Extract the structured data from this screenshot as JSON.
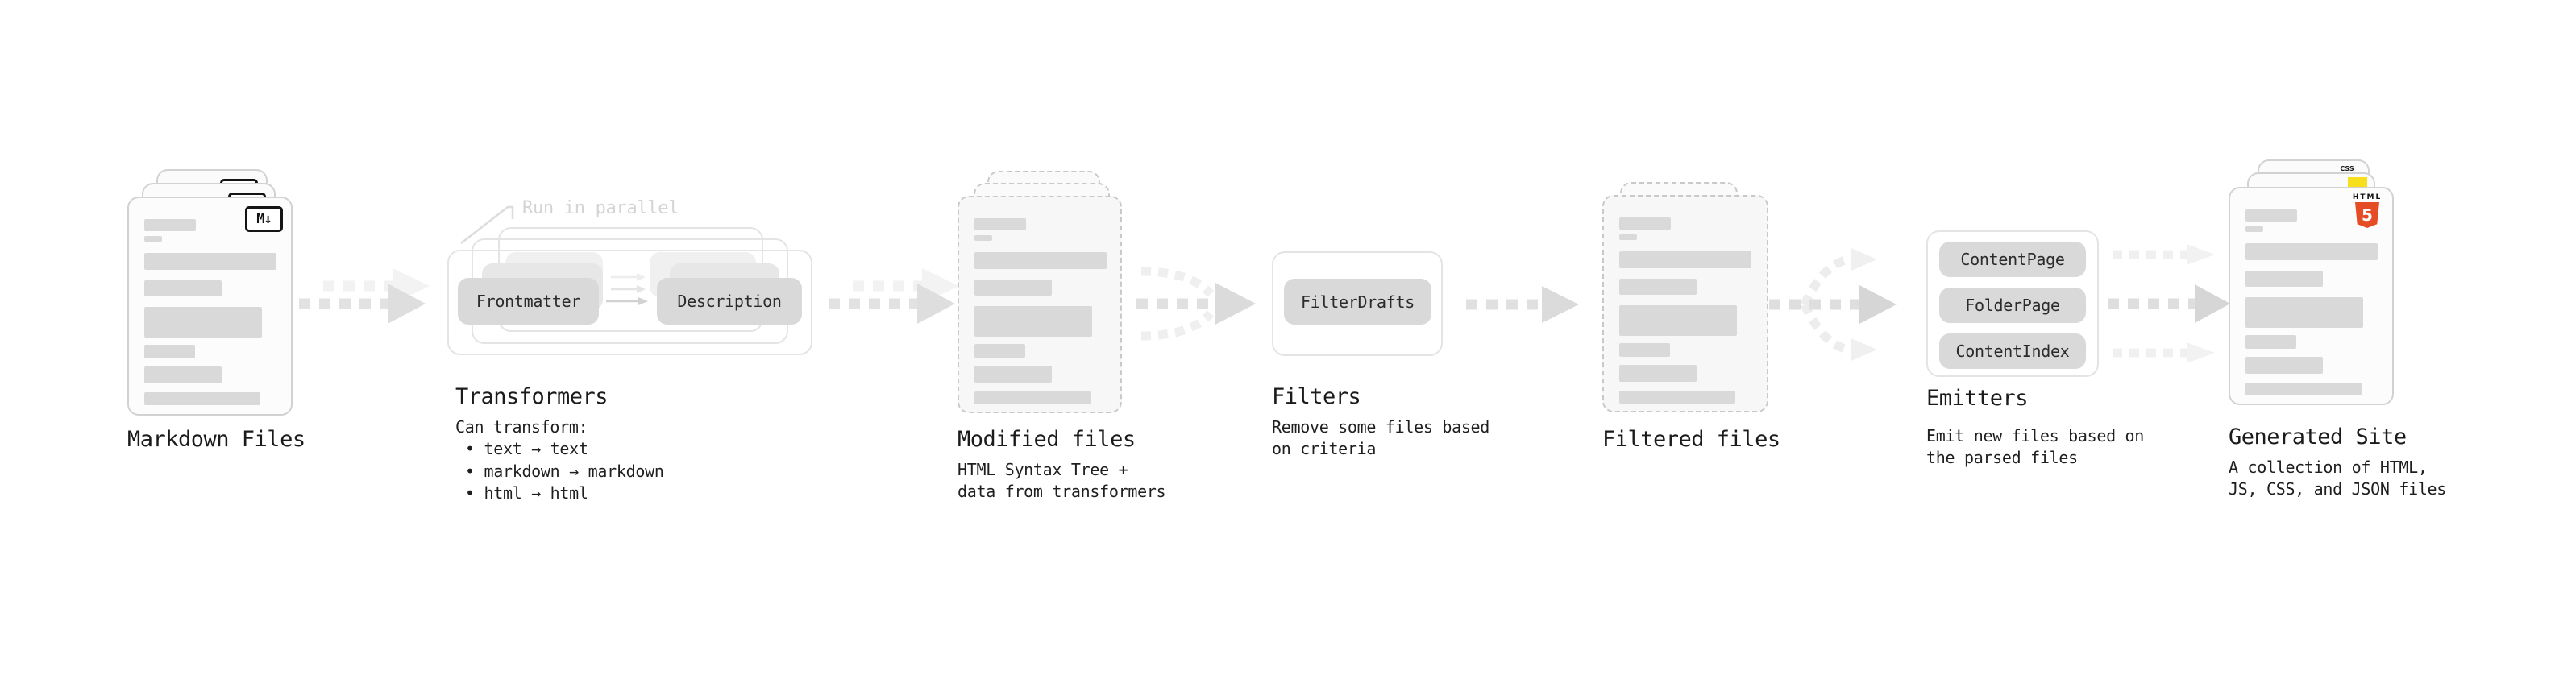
{
  "pipeline": {
    "markdown": {
      "title": "Markdown Files",
      "badge": "M↓"
    },
    "transformers": {
      "note": "Run in parallel",
      "chip_left": "Frontmatter",
      "chip_right": "Description",
      "title": "Transformers",
      "desc_heading": "Can transform:",
      "bullets": [
        "• text → text",
        "• markdown → markdown",
        "• html → html"
      ]
    },
    "modified": {
      "title": "Modified files",
      "desc_line1": "HTML Syntax Tree +",
      "desc_line2": "data from transformers"
    },
    "filters": {
      "title": "Filters",
      "chip": "FilterDrafts",
      "desc_line1": "Remove some files based",
      "desc_line2": "on criteria"
    },
    "filtered": {
      "title": "Filtered files"
    },
    "emitters": {
      "title": "Emitters",
      "chip1": "ContentPage",
      "chip2": "FolderPage",
      "chip3": "ContentIndex",
      "desc_line1": "Emit new files based on",
      "desc_line2": "the parsed files"
    },
    "site": {
      "title": "Generated Site",
      "desc_line1": "A collection of HTML,",
      "desc_line2": "JS, CSS, and JSON files",
      "html5_badge_label": "HTML",
      "html5_badge_number": "5",
      "css_badge": "CSS"
    }
  },
  "colors": {
    "text": "#1b1b1b",
    "muted_note": "#d4d4d4",
    "placeholder_bar": "#d9d9d9",
    "chip_bg": "#d9d9d9",
    "html5_orange": "#e44d26",
    "js_yellow": "#f7df1e",
    "css_blue": "#2e6be6"
  }
}
